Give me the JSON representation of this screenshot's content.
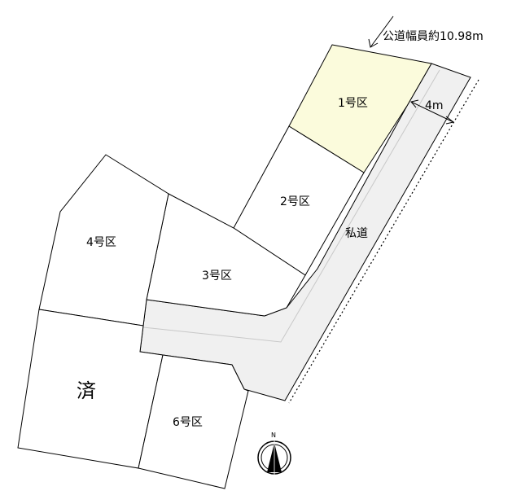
{
  "public_road_note": "公道幅員約10.98m",
  "private_road": {
    "label": "私道",
    "width_label": "4m"
  },
  "lots": [
    {
      "id": "lot-1",
      "label": "1号区",
      "highlight": true
    },
    {
      "id": "lot-2",
      "label": "2号区"
    },
    {
      "id": "lot-3",
      "label": "3号区"
    },
    {
      "id": "lot-4",
      "label": "4号区"
    },
    {
      "id": "lot-5",
      "label": "済"
    },
    {
      "id": "lot-6",
      "label": "6号区"
    }
  ],
  "compass": {
    "label": "N"
  },
  "colors": {
    "highlight": "#fbfbdc",
    "road": "#f0f0f0",
    "line": "#000000"
  }
}
